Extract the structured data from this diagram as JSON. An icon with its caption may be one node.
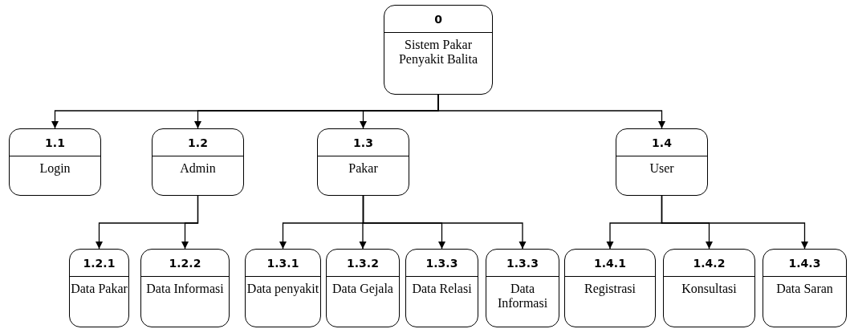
{
  "diagram": {
    "nodes": [
      {
        "text": [
          "0",
          "Sistem Pakar Penyakit Balita"
        ]
      },
      {
        "text": [
          "1.1",
          "Login"
        ]
      },
      {
        "text": [
          "1.2",
          "Admin"
        ]
      },
      {
        "text": [
          "1.3",
          "Pakar"
        ]
      },
      {
        "text": [
          "1.4",
          "User"
        ]
      },
      {
        "text": [
          "1.2.1",
          "Data Pakar"
        ]
      },
      {
        "text": [
          "1.2.2",
          "Data Informasi"
        ]
      },
      {
        "text": [
          "1.3.1",
          "Data penyakit"
        ]
      },
      {
        "text": [
          "1.3.2",
          "Data Gejala"
        ]
      },
      {
        "text": [
          "1.3.3",
          "Data Relasi"
        ]
      },
      {
        "text": [
          "1.3.3",
          "Data Informasi"
        ]
      },
      {
        "text": [
          "1.4.1",
          "Registrasi"
        ]
      },
      {
        "text": [
          "1.4.2",
          "Konsultasi"
        ]
      },
      {
        "text": [
          "1.4.3",
          "Data Saran"
        ]
      }
    ],
    "edges": [
      {
        "from": 0,
        "to": 1,
        "arrow": "to"
      },
      {
        "from": 0,
        "to": 2,
        "arrow": "to"
      },
      {
        "from": 0,
        "to": 3,
        "arrow": "to"
      },
      {
        "from": 0,
        "to": 4,
        "arrow": "to"
      },
      {
        "from": 2,
        "to": 5,
        "arrow": "to"
      },
      {
        "from": 2,
        "to": 6,
        "arrow": "to"
      },
      {
        "from": 3,
        "to": 7,
        "arrow": "to"
      },
      {
        "from": 3,
        "to": 8,
        "arrow": "to"
      },
      {
        "from": 3,
        "to": 9,
        "arrow": "to"
      },
      {
        "from": 3,
        "to": 10,
        "arrow": "to"
      },
      {
        "from": 4,
        "to": 11,
        "arrow": "to"
      },
      {
        "from": 4,
        "to": 12,
        "arrow": "to"
      },
      {
        "from": 4,
        "to": 13,
        "arrow": "to"
      }
    ]
  }
}
